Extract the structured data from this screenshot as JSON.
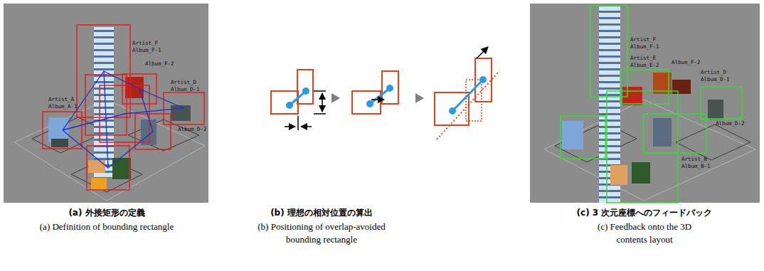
{
  "diagram": {
    "labels": [
      "(a) 外接矩形の定義",
      "(a) Definition of bounding rectangle",
      "(b) 理想の相対位置の算出",
      "(b) Positioning of overlap-avoided bounding rectangle",
      "(c) 3 次元座標へのフィードバック",
      "(c) Feedback onto the 3D contents layout",
      "Artist_F",
      "Album_F-1",
      "Album_F-2",
      "Artist_D",
      "Album_D-1",
      "Album_D-2",
      "Artist_A",
      "Album_A-1",
      "Artist_F",
      "Album_F-1",
      "Album_F-2",
      "Artist_E",
      "Album_E-2",
      "Artist_D",
      "Album_D-1",
      "Album_D-2",
      "Artist_B",
      "Album_B-1"
    ]
  }
}
